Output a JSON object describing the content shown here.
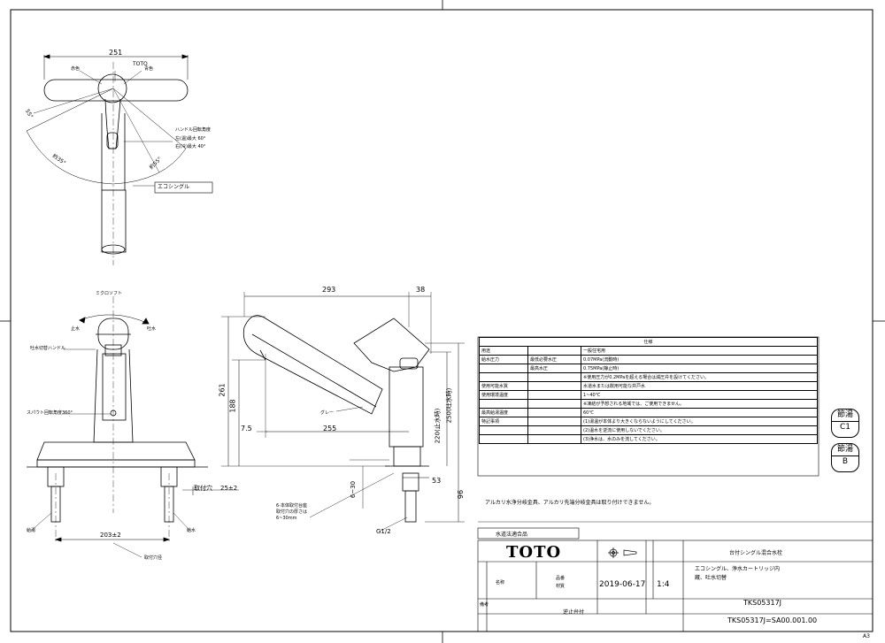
{
  "brand": "TOTO",
  "sheet_size": "A3",
  "top_view": {
    "width_dim": "251",
    "brand_label": "TOTO",
    "hot_label": "赤色",
    "cold_label": "青色",
    "angle_labels": [
      "55°",
      "約35°",
      "約55°"
    ],
    "handle_note_title": "ハンドル回転角度",
    "handle_note_lines": [
      "左(温)最大 60°",
      "右(冷)最大 40°"
    ],
    "eco_label": "エコシングル"
  },
  "front_view": {
    "micro_label": "ミクロソフト",
    "stop_label": "止水",
    "flow_label": "吐水",
    "lever_label": "吐水切替ハンドル",
    "spout_rotation_label": "スパウト回転角度360°",
    "mount_label": "取付穴",
    "mount_dim": "25±2",
    "pitch_dim": "203±2",
    "hose_label": "給水",
    "left_label": "給湯",
    "note_label": "取付穴径"
  },
  "side_view": {
    "dims": [
      "293",
      "38",
      "261",
      "188",
      "255",
      "7.5",
      "53",
      "96",
      "250(吐水時)",
      "220(止水時)",
      "6~30"
    ],
    "grey_label": "グレー",
    "thread_label": "G1/2",
    "notes": [
      "6-本体取付台座",
      "取付穴の厚さは",
      "6~30mm"
    ]
  },
  "spec_table": {
    "header": "仕様",
    "rows": [
      [
        "用途",
        "",
        "一般住宅用"
      ],
      [
        "給水圧力",
        "最低必要水圧",
        "0.07MPa(流動時)"
      ],
      [
        "",
        "最高水圧",
        "0.75MPa(静止時)"
      ],
      [
        "",
        "",
        "※使用圧力が0.2MPaを超える場合は減圧弁を設けてください。"
      ],
      [
        "使用可能水質",
        "",
        "水道水または飲用可能な井戸水"
      ],
      [
        "使用環境温度",
        "",
        "1~40℃"
      ],
      [
        "",
        "",
        "※凍結が予想される地域では、ご使用できません。"
      ],
      [
        "最高給湯温度",
        "",
        "60℃"
      ],
      [
        "特記事項",
        "",
        "(1)湯温が本体より大きくならないようにしてください。"
      ],
      [
        "",
        "",
        "(2)温水を逆流に使用しないでください。"
      ],
      [
        "",
        "",
        "(3)浄水は、水のみを流してください。"
      ]
    ]
  },
  "badges": [
    {
      "top": "節湯",
      "bottom": "C1"
    },
    {
      "top": "節湯",
      "bottom": "B"
    }
  ],
  "note_alkaline": "アルカリ水浄分岐金具、アルカリ先端分岐金具は取り付けできません。",
  "title_block": {
    "section_label": "水道法適合品",
    "brand": "TOTO",
    "product_name": "台付シングル混合水栓",
    "product_desc_1": "エコシングル、浄水カートリッジ内",
    "product_desc_2": "蔵、吐水切替",
    "date": "2019-06-17",
    "scale": "1:4",
    "model": "TKS05317J",
    "code": "TKS05317J=SA00.001.00",
    "drawing_type": "逆止弁付",
    "labels": [
      "名称",
      "品番",
      "材質",
      "備考"
    ]
  }
}
